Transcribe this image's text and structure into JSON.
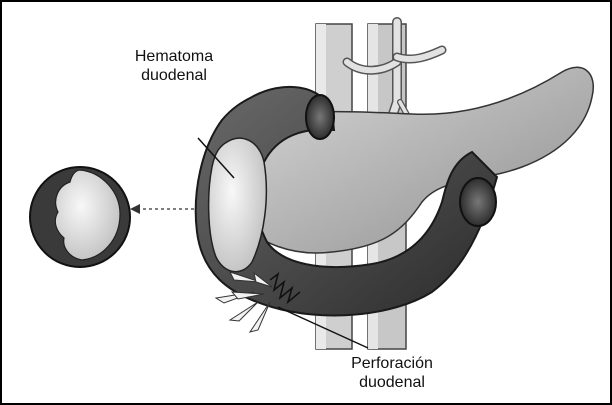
{
  "labels": {
    "hematoma_line1": "Hematoma",
    "hematoma_line2": "duodenal",
    "perforation_line1": "Perforación",
    "perforation_line2": "duodenal"
  },
  "colors": {
    "background": "#ffffff",
    "duodenum_dark": "#3f3f3f",
    "pancreas": "#bcbcbc",
    "hematoma": "#e6e6e6",
    "vessel": "#d0d0d0",
    "outline": "#111111"
  }
}
